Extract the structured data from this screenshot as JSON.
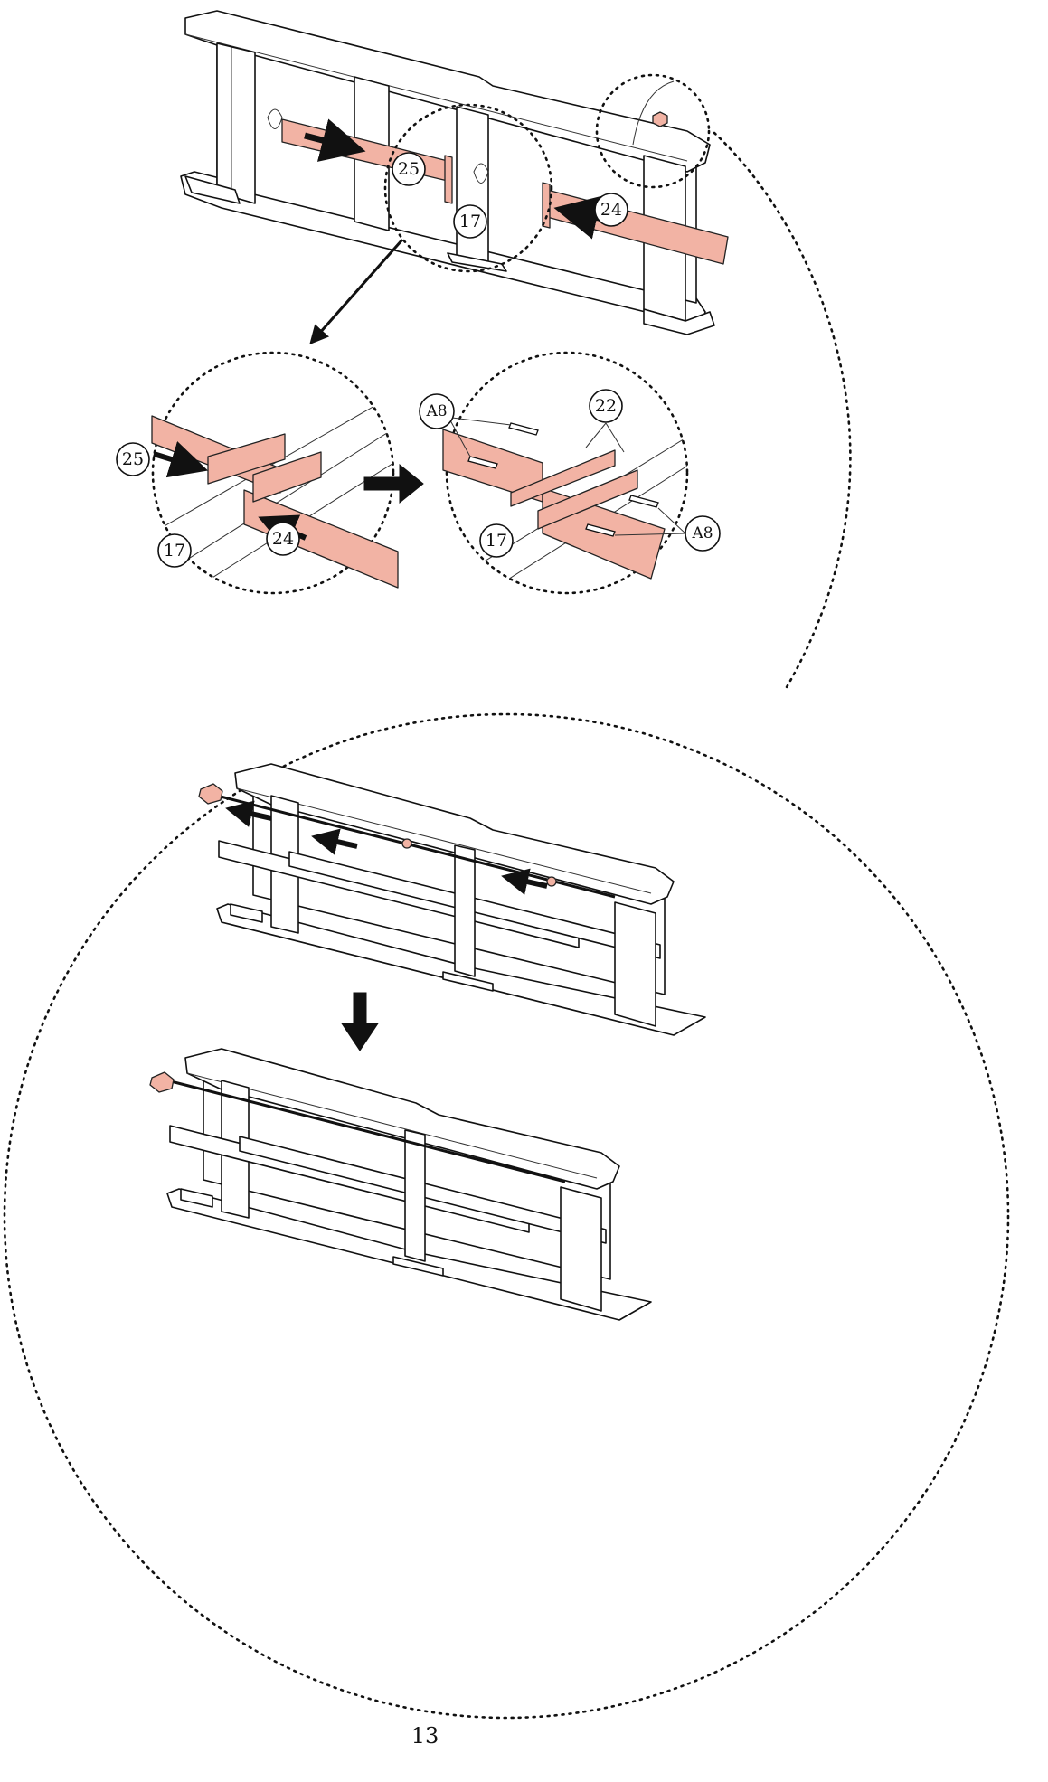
{
  "page_number": "13",
  "callouts": {
    "top": [
      "25",
      "17",
      "24"
    ],
    "detail_left": [
      "25",
      "17",
      "24"
    ],
    "detail_right": [
      "A8",
      "22",
      "17",
      "A8"
    ]
  },
  "colors": {
    "highlight_part": "#f2b3a4",
    "line": "#111111",
    "background": "#ffffff"
  },
  "icons": [
    "arrow-right-icon",
    "arrow-down-icon",
    "screw-icon",
    "knob-icon"
  ]
}
